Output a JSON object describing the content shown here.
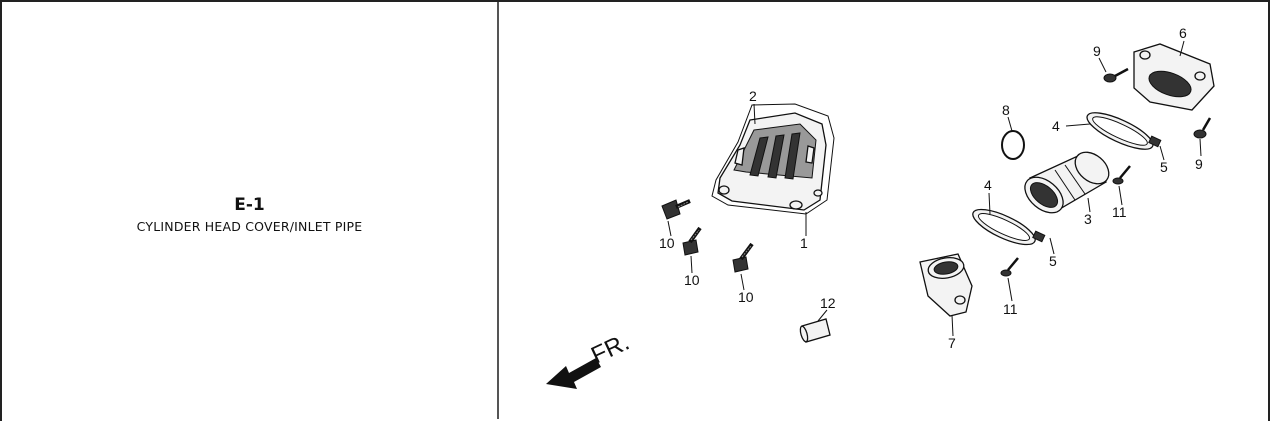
{
  "section": {
    "code": "E-1",
    "title": "CYLINDER HEAD COVER/INLET PIPE"
  },
  "diagram": {
    "direction_label": "FR.",
    "callouts": [
      "1",
      "2",
      "3",
      "4",
      "4",
      "5",
      "5",
      "6",
      "7",
      "8",
      "9",
      "9",
      "10",
      "10",
      "10",
      "11",
      "11",
      "12"
    ]
  }
}
